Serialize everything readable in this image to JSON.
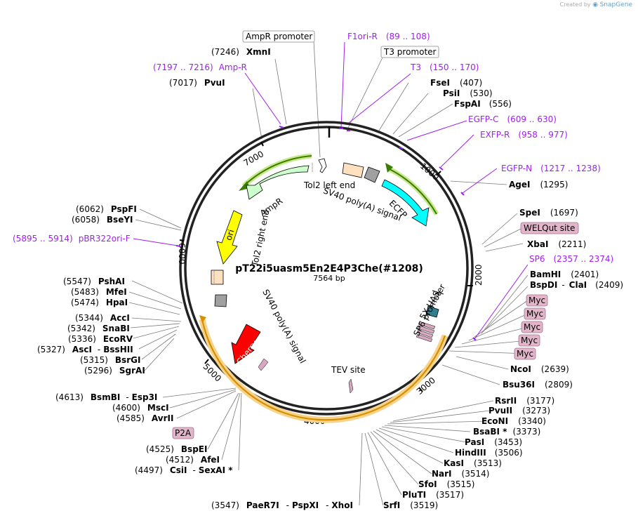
{
  "credit": {
    "prefix": "Created by",
    "brand": "SnapGene"
  },
  "plasmid": {
    "name": "pT22i5uasm5En2E4P3Che(#1208)",
    "length_label": "7564 bp",
    "length": 7564
  },
  "scale_ticks": [
    "1000",
    "2000",
    "3000",
    "4000",
    "5000",
    "6000",
    "7000"
  ],
  "features": [
    {
      "name": "Tol2 left end",
      "label": "Tol2 left end"
    },
    {
      "name": "SV40 poly(A) signal (top)",
      "label": "SV40 poly(A) signal"
    },
    {
      "name": "ECFP",
      "label": "ECFP"
    },
    {
      "name": "AmpR",
      "label": "AmpR"
    },
    {
      "name": "ori",
      "label": "ori"
    },
    {
      "name": "Tol2 right end",
      "label": "Tol2 right end"
    },
    {
      "name": "SV40 poly(A) signal (bottom)",
      "label": "SV40 poly(A) signal"
    },
    {
      "name": "mCherry",
      "label": "mCherry"
    },
    {
      "name": "SP6 promoter",
      "label": "SP6 promoter"
    },
    {
      "name": "5X UAS",
      "label": "5X UAS"
    },
    {
      "name": "TEV site",
      "label": "TEV site"
    }
  ],
  "boxed_labels": {
    "ampr_promoter": "AmpR promoter",
    "t3_promoter": "T3 promoter",
    "welqut": "WELQut site",
    "myc": "Myc",
    "p2a": "P2A"
  },
  "primers": {
    "f1ori_r": {
      "name": "F1ori-R",
      "range": "(89 .. 108)"
    },
    "t3": {
      "name": "T3",
      "range": "(150 .. 170)"
    },
    "ampr": {
      "name": "Amp-R",
      "range": "(7197 .. 7216)"
    },
    "egfp_c": {
      "name": "EGFP-C",
      "range": "(609 .. 630)"
    },
    "exfp_r": {
      "name": "EXFP-R",
      "range": "(958 .. 977)"
    },
    "egfp_n": {
      "name": "EGFP-N",
      "range": "(1217 .. 1238)"
    },
    "pbr322": {
      "name": "pBR322ori-F",
      "range": "(5895 .. 5914)"
    },
    "sp6": {
      "name": "SP6",
      "range": "(2357 .. 2374)"
    }
  },
  "sites": {
    "xmni": {
      "name": "XmnI",
      "pos": "(7246)"
    },
    "pvui": {
      "name": "PvuI",
      "pos": "(7017)"
    },
    "fsei": {
      "name": "FseI",
      "pos": "(407)"
    },
    "psii": {
      "name": "PsiI",
      "pos": "(530)"
    },
    "fspai": {
      "name": "FspAI",
      "pos": "(556)"
    },
    "agei": {
      "name": "AgeI",
      "pos": "(1295)"
    },
    "spei": {
      "name": "SpeI",
      "pos": "(1697)"
    },
    "xbai": {
      "name": "XbaI",
      "pos": "(2211)"
    },
    "bamhi": {
      "name": "BamHI",
      "pos": "(2401)"
    },
    "bspdi": {
      "name": "BspDI",
      "sep": "-",
      "name2": "ClaI",
      "pos": "(2409)"
    },
    "ncoi": {
      "name": "NcoI",
      "pos": "(2639)"
    },
    "bsu36i": {
      "name": "Bsu36I",
      "pos": "(2809)"
    },
    "rsrii": {
      "name": "RsrII",
      "pos": "(3177)"
    },
    "pvuii": {
      "name": "PvuII",
      "pos": "(3273)"
    },
    "econi": {
      "name": "EcoNI",
      "pos": "(3340)"
    },
    "bsabi": {
      "name": "BsaBI *",
      "pos": "(3373)"
    },
    "pasi": {
      "name": "PasI",
      "pos": "(3453)"
    },
    "hindiii": {
      "name": "HindIII",
      "pos": "(3506)"
    },
    "kasi": {
      "name": "KasI",
      "pos": "(3513)"
    },
    "nari": {
      "name": "NarI",
      "pos": "(3514)"
    },
    "sfoi": {
      "name": "SfoI",
      "pos": "(3515)"
    },
    "pluti": {
      "name": "PluTI",
      "pos": "(3517)"
    },
    "srfi": {
      "name": "SrfI",
      "pos": "(3519)"
    },
    "paer7i": {
      "pos": "(3547)",
      "name": "PaeR7I",
      "sep": "-",
      "name2": "PspXI",
      "sep2": "-",
      "name3": "XhoI"
    },
    "pspfi": {
      "pos": "(6062)",
      "name": "PspFI"
    },
    "bseyi": {
      "pos": "(6058)",
      "name": "BseYI"
    },
    "pshai": {
      "pos": "(5547)",
      "name": "PshAI"
    },
    "mfei": {
      "pos": "(5483)",
      "name": "MfeI"
    },
    "hpai": {
      "pos": "(5474)",
      "name": "HpaI"
    },
    "acci": {
      "pos": "(5344)",
      "name": "AccI"
    },
    "snabi": {
      "pos": "(5342)",
      "name": "SnaBI"
    },
    "ecorv": {
      "pos": "(5336)",
      "name": "EcoRV"
    },
    "asci": {
      "pos": "(5327)",
      "name": "AscI",
      "sep": "-",
      "name2": "BssHII"
    },
    "bsrgi": {
      "pos": "(5315)",
      "name": "BsrGI"
    },
    "sgrai": {
      "pos": "(5296)",
      "name": "SgrAI"
    },
    "bsmbi": {
      "pos": "(4613)",
      "name": "BsmBI",
      "sep": "-",
      "name2": "Esp3I"
    },
    "msci": {
      "pos": "(4600)",
      "name": "MscI"
    },
    "avrii": {
      "pos": "(4585)",
      "name": "AvrII"
    },
    "bspei": {
      "pos": "(4525)",
      "name": "BspEI"
    },
    "afei": {
      "pos": "(4512)",
      "name": "AfeI"
    },
    "csii": {
      "pos": "(4497)",
      "name": "CsiI",
      "sep": "-",
      "name2": "SexAI *"
    }
  },
  "colors": {
    "backbone": "#222222",
    "ampr": "#ccffcc",
    "ori": "#ffff00",
    "ecfp": "#00ffff",
    "mcherry": "#ff0000",
    "polyA": "#a0a0a0",
    "tol2": "#ffffff",
    "uas": "#2f7f8f",
    "myc_box": "#e2b6c8",
    "primer": "#a020f0",
    "orf_arc_green": "#3a7d00",
    "orf_arc_orange": "#d98e00"
  }
}
